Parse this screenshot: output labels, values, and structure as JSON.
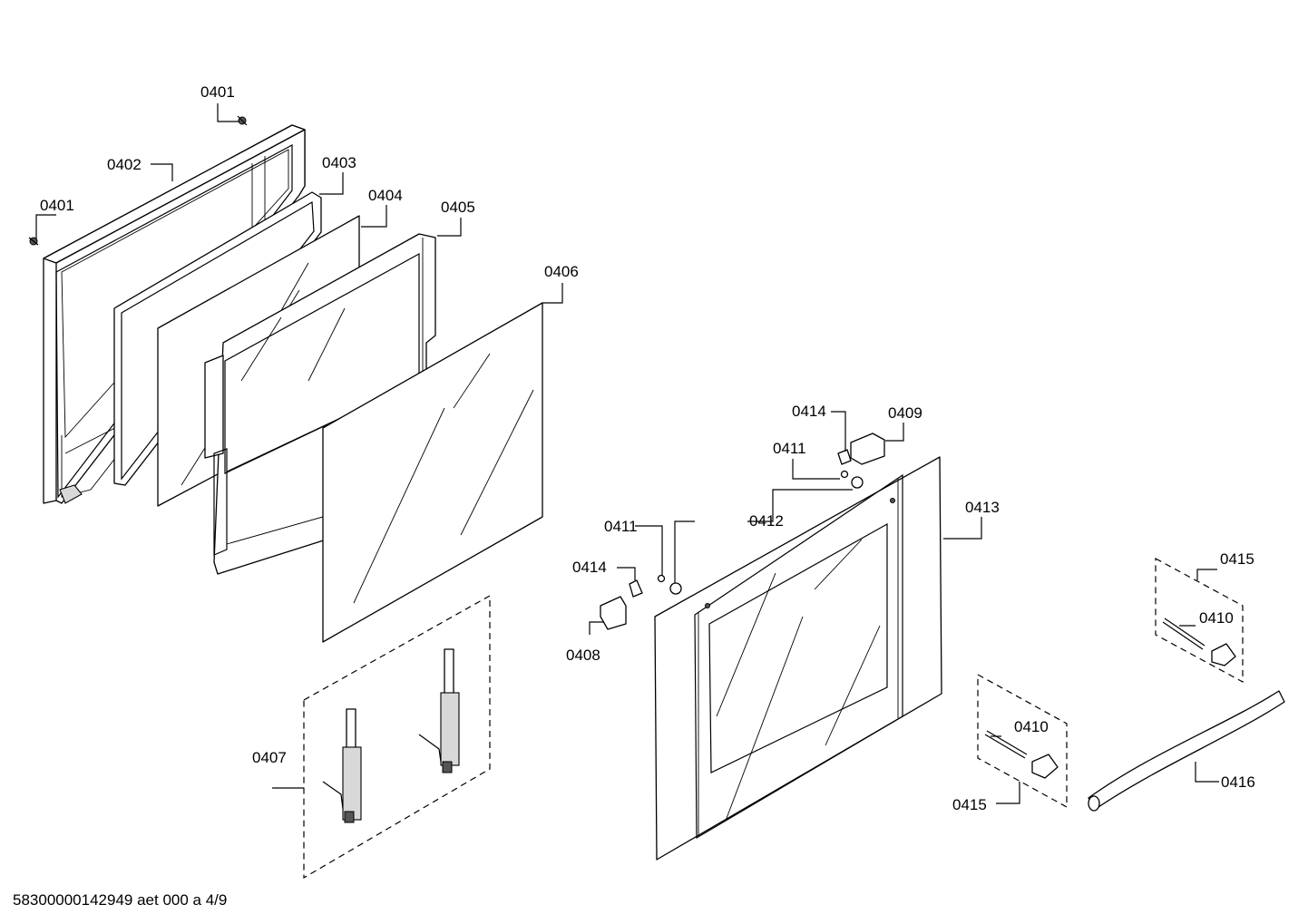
{
  "labels": {
    "l0401a": "0401",
    "l0401b": "0401",
    "l0402": "0402",
    "l0403": "0403",
    "l0404": "0404",
    "l0405": "0405",
    "l0406": "0406",
    "l0407": "0407",
    "l0408": "0408",
    "l0409": "0409",
    "l0410a": "0410",
    "l0410b": "0410",
    "l0411a": "0411",
    "l0411b": "0411",
    "l0412": "0412",
    "l0413": "0413",
    "l0414a": "0414",
    "l0414b": "0414",
    "l0415a": "0415",
    "l0415b": "0415",
    "l0416": "0416"
  },
  "footer": "58300000142949 aet 000 a 4/9"
}
